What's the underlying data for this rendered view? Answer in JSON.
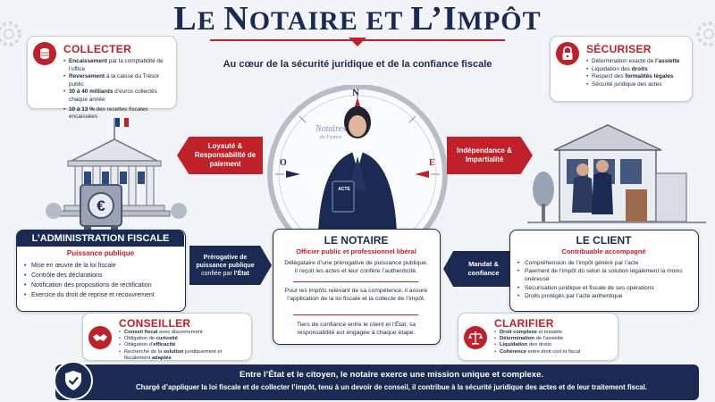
{
  "header": {
    "title_pre_big": "L",
    "title_pre": "E ",
    "title_mid_big": "N",
    "title_mid": "OTAIRE ET ",
    "title_end_big": "L’I",
    "title_end": "MPÔT",
    "subtitle": "Au cœur de la sécurité juridique et de la confiance fiscale"
  },
  "collecter": {
    "title": "COLLECTER",
    "items": [
      {
        "bold": "Encaissement",
        "rest": " par la comptabilité de l’office"
      },
      {
        "bold": "Reversement",
        "rest": " à la caisse du Trésor public"
      },
      {
        "bold": "30 à 40 milliards",
        "rest": " d’euros collectés chaque année"
      },
      {
        "bold": "10 à 13 %",
        "rest": " des recettes fiscales encaissées"
      }
    ]
  },
  "securiser": {
    "title": "SÉCURISER",
    "items": [
      {
        "pre": "Détermination exacte de ",
        "bold": "l’assiette",
        "post": ""
      },
      {
        "pre": "Liquidation des ",
        "bold": "droits",
        "post": ""
      },
      {
        "pre": "Respect des ",
        "bold": "formalités légales",
        "post": ""
      },
      {
        "pre": "Sécurité juridique des actes",
        "bold": "",
        "post": ""
      }
    ]
  },
  "conseiller": {
    "title": "CONSEILLER",
    "items": [
      {
        "pre": "",
        "bold": "Conseil fiscal",
        "post": " avec discernement"
      },
      {
        "pre": "Obligation de ",
        "bold": "curiosité",
        "post": ""
      },
      {
        "pre": "Obligation d’",
        "bold": "efficacité",
        "post": ""
      },
      {
        "pre": "Recherche de la ",
        "bold": "solution",
        "post": " juridiquement et fiscalement "
      },
      {
        "pre": "",
        "bold": "adaptée",
        "post": ""
      }
    ]
  },
  "clarifier": {
    "title": "CLARIFIER",
    "items": [
      {
        "bold": "Droit complexe",
        "rest": " et instable"
      },
      {
        "bold": "Détermination",
        "rest": " de l’assiette"
      },
      {
        "bold": "Liquidation",
        "rest": " des droits"
      },
      {
        "bold": "Cohérence",
        "rest": " entre droit civil et fiscal"
      }
    ]
  },
  "administration": {
    "title": "L’ADMINISTRATION FISCALE",
    "subtitle": "Puissance publique",
    "items": [
      "Mise en œuvre de la loi fiscale",
      "Contrôle des déclarations",
      "Notification des propositions de rectification",
      "Exercice du droit de reprise et recouvrement"
    ]
  },
  "notaire": {
    "title": "LE NOTAIRE",
    "subtitle": "Officier public et professionnel libéral",
    "para1": "Délégataire d’une prérogative de puissance publique, il reçoit les actes et leur confère l’authenticité.",
    "para2": "Pour les impôts relevant de sa compétence, il assure l’application de la loi fiscale et la collecte de l’impôt.",
    "para3": "Tiers de confiance entre le client et l’État, sa responsabilité est engagée à chaque étape."
  },
  "client": {
    "title": "LE CLIENT",
    "subtitle": "Contribuable accompagné",
    "items": [
      "Compréhension de l’impôt généré par l’acte",
      "Paiement de l’impôt dû selon la solution légalement la moins onéreuse",
      "Sécurisation juridique et fiscale de ses opérations",
      "Droits protégés par l’acte authentique"
    ]
  },
  "arrows": {
    "left_top": "Loyauté & Responsabilité de paiement",
    "right_top": "Indépendance & Impartialité",
    "left_bottom_bold": "Prérogative de puissance publique",
    "left_bottom_rest": "confiée par ",
    "left_bottom_end": "l’État",
    "right_bottom": "Mandat & confiance"
  },
  "compass": {
    "north": "N",
    "east": "E",
    "west": "O",
    "logo_line1": "Notaires",
    "logo_line2": "de France",
    "book_label": "ACTE"
  },
  "banner": {
    "line1": "Entre l’État et le citoyen, le notaire exerce une mission unique et complexe.",
    "line2": "Chargé d’appliquer la loi fiscale et de collecter l’impôt, tenu à un devoir de conseil, il contribue à la sécurité juridique des actes et de leur traitement fiscal."
  },
  "colors": {
    "navy": "#1b2a52",
    "red": "#c0202a",
    "background": "#f3f4f7"
  }
}
